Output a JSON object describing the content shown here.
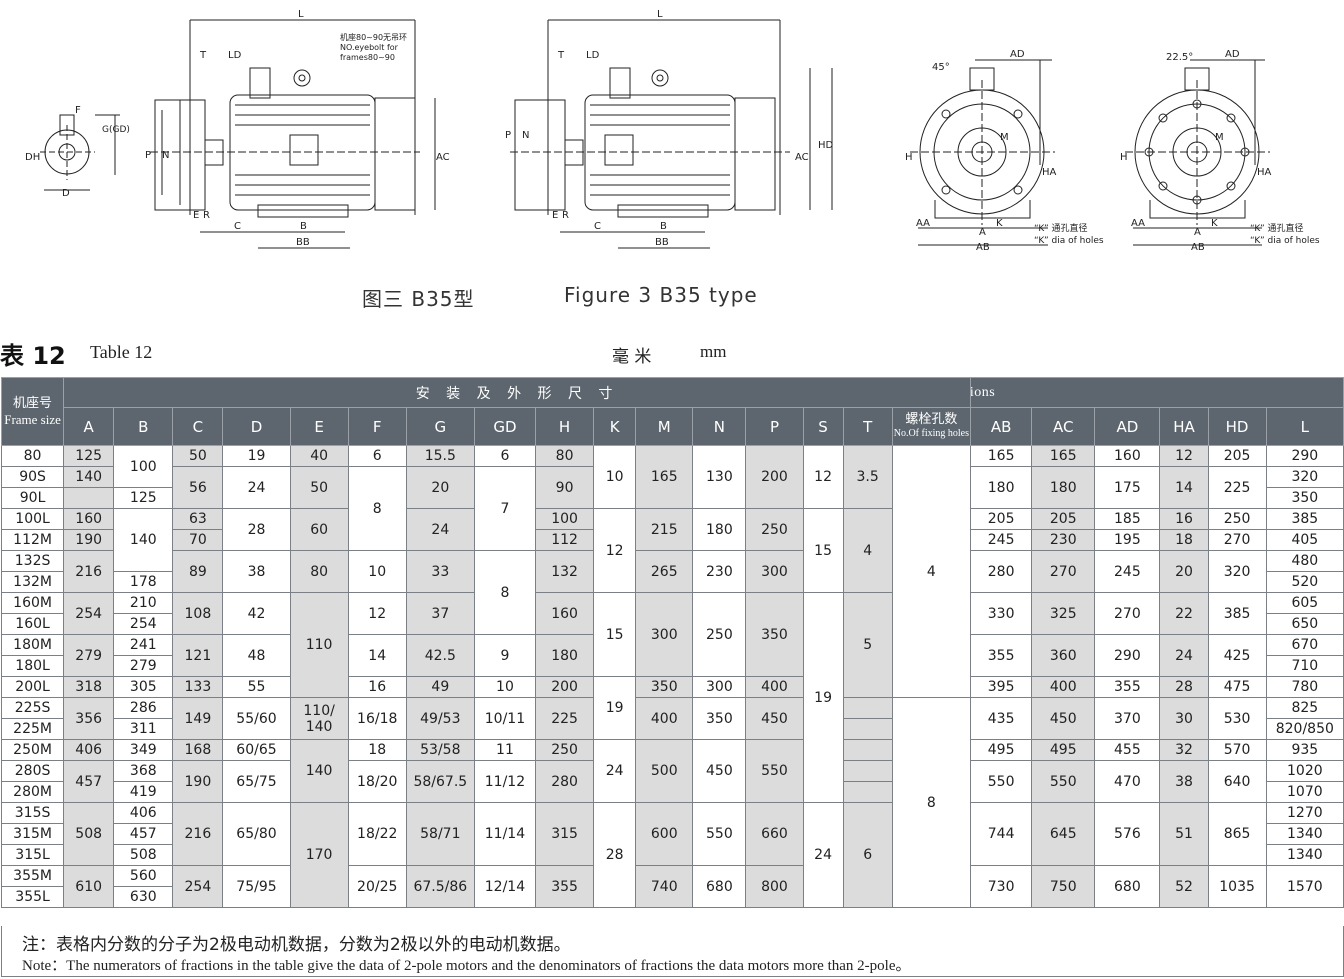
{
  "figure": {
    "dim_labels": {
      "L": "L",
      "T": "T",
      "LD": "LD",
      "P": "P",
      "N": "N",
      "AC": "AC",
      "HD": "HD",
      "C": "C",
      "B": "B",
      "BB": "BB",
      "E": "E",
      "R": "R",
      "F": "F",
      "GD": "G(GD)",
      "DH": "DH",
      "D": "D",
      "AD": "AD",
      "H": "H",
      "AA": "AA",
      "A": "A",
      "AB": "AB",
      "HA": "HA",
      "K": "K",
      "M": "M",
      "angle1": "45°",
      "angle2": "22.5°"
    },
    "eyebolt_note": [
      "机座80~90无吊环",
      "NO.eyebolt for",
      "frames80~90"
    ],
    "holes_note_cn": "“K” 通孔直径",
    "holes_note_en": "“K” dia of holes",
    "caption_cn": "图三    B35型",
    "caption_en": "Figure 3    B35 type"
  },
  "table_title": {
    "cn": "表 12",
    "en": "Table 12"
  },
  "unit": {
    "cn": "毫 米",
    "en": "mm"
  },
  "header": {
    "frame": "机座号",
    "frame_en": "Frame size",
    "group_cn": "安 装 及 外 形 尺 寸",
    "group_en": "Mounting and overall dimensions",
    "s_cn": "螺栓孔数",
    "s_en": "No.Of fixing holes",
    "cols": [
      "A",
      "B",
      "C",
      "D",
      "E",
      "F",
      "G",
      "GD",
      "H",
      "K",
      "M",
      "N",
      "P",
      "S",
      "T",
      "AB",
      "AC",
      "AD",
      "HA",
      "HD",
      "L"
    ]
  },
  "rows": [
    [
      "80",
      "125",
      "100",
      "50",
      "19",
      "40",
      "6",
      "15.5",
      "6",
      "80",
      "10",
      "165",
      "130",
      "200",
      "12",
      "3.5",
      "4",
      "165",
      "165",
      "160",
      "12",
      "205",
      "290"
    ],
    [
      "90S",
      "140",
      "",
      "56",
      "24",
      "50",
      "8",
      "20",
      "7",
      "90",
      "",
      "",
      "",
      "",
      "",
      "",
      "",
      "180",
      "180",
      "175",
      "14",
      "225",
      "320"
    ],
    [
      "90L",
      "",
      "125",
      "",
      "",
      "",
      "",
      "",
      "",
      "",
      "",
      "",
      "",
      "",
      "",
      "",
      "",
      "",
      "",
      "",
      "",
      "",
      "350"
    ],
    [
      "100L",
      "160",
      "140",
      "63",
      "28",
      "60",
      "",
      "24",
      "",
      "100",
      "12",
      "215",
      "180",
      "250",
      "15",
      "4",
      "",
      "205",
      "205",
      "185",
      "16",
      "250",
      "385"
    ],
    [
      "112M",
      "190",
      "",
      "70",
      "",
      "",
      "",
      "",
      "",
      "112",
      "",
      "",
      "",
      "",
      "",
      "",
      "",
      "245",
      "230",
      "195",
      "18",
      "270",
      "405"
    ],
    [
      "132S",
      "216",
      "",
      "89",
      "38",
      "80",
      "10",
      "33",
      "8",
      "132",
      "",
      "265",
      "230",
      "300",
      "",
      "",
      "",
      "280",
      "270",
      "245",
      "20",
      "320",
      "480"
    ],
    [
      "132M",
      "",
      "178",
      "",
      "",
      "",
      "",
      "",
      "",
      "",
      "",
      "",
      "",
      "",
      "",
      "",
      "",
      "",
      "",
      "",
      "",
      "",
      "520"
    ],
    [
      "160M",
      "254",
      "210",
      "108",
      "42",
      "110",
      "12",
      "37",
      "",
      "160",
      "15",
      "300",
      "250",
      "350",
      "19",
      "5",
      "",
      "330",
      "325",
      "270",
      "22",
      "385",
      "605"
    ],
    [
      "160L",
      "",
      "254",
      "",
      "",
      "",
      "",
      "",
      "",
      "",
      "",
      "",
      "",
      "",
      "",
      "",
      "",
      "",
      "",
      "",
      "",
      "",
      "650"
    ],
    [
      "180M",
      "279",
      "241",
      "121",
      "48",
      "",
      "14",
      "42.5",
      "9",
      "180",
      "",
      "",
      "",
      "",
      "",
      "",
      "",
      "355",
      "360",
      "290",
      "24",
      "425",
      "670"
    ],
    [
      "180L",
      "",
      "279",
      "",
      "",
      "",
      "",
      "",
      "",
      "",
      "",
      "",
      "",
      "",
      "",
      "",
      "",
      "",
      "",
      "",
      "",
      "",
      "710"
    ],
    [
      "200L",
      "318",
      "305",
      "133",
      "55",
      "",
      "16",
      "49",
      "10",
      "200",
      "19",
      "350",
      "300",
      "400",
      "",
      "",
      "",
      "395",
      "400",
      "355",
      "28",
      "475",
      "780"
    ],
    [
      "225S",
      "356",
      "286",
      "149",
      "55/60",
      "110/ 140",
      "16/18",
      "49/53",
      "10/11",
      "225",
      "",
      "400",
      "350",
      "450",
      "",
      "",
      "8",
      "435",
      "450",
      "370",
      "30",
      "530",
      "825"
    ],
    [
      "225M",
      "",
      "311",
      "",
      "",
      "",
      "",
      "",
      "",
      "",
      "",
      "",
      "",
      "",
      "",
      "",
      "",
      "",
      "",
      "",
      "",
      "",
      "820/850"
    ],
    [
      "250M",
      "406",
      "349",
      "168",
      "60/65",
      "140",
      "18",
      "53/58",
      "11",
      "250",
      "24",
      "500",
      "450",
      "550",
      "",
      "",
      "",
      "495",
      "495",
      "455",
      "32",
      "570",
      "935"
    ],
    [
      "280S",
      "457",
      "368",
      "190",
      "65/75",
      "",
      "18/20",
      "58/67.5",
      "11/12",
      "280",
      "",
      "",
      "",
      "",
      "",
      "",
      "",
      "550",
      "550",
      "470",
      "38",
      "640",
      "1020"
    ],
    [
      "280M",
      "",
      "419",
      "",
      "",
      "",
      "",
      "",
      "",
      "",
      "",
      "",
      "",
      "",
      "",
      "",
      "",
      "",
      "",
      "",
      "",
      "",
      "1070"
    ],
    [
      "315S",
      "508",
      "406",
      "216",
      "65/80",
      "170",
      "18/22",
      "58/71",
      "11/14",
      "315",
      "28",
      "600",
      "550",
      "660",
      "24",
      "6",
      "",
      "744",
      "645",
      "576",
      "51",
      "865",
      "1270"
    ],
    [
      "315M",
      "",
      "457",
      "",
      "",
      "",
      "",
      "",
      "",
      "",
      "",
      "",
      "",
      "",
      "",
      "",
      "",
      "",
      "",
      "",
      "",
      "",
      "1340"
    ],
    [
      "315L",
      "",
      "508",
      "",
      "",
      "",
      "",
      "",
      "",
      "",
      "",
      "",
      "",
      "",
      "",
      "",
      "",
      "",
      "",
      "",
      "",
      "",
      "1340"
    ],
    [
      "355M",
      "610",
      "560",
      "254",
      "75/95",
      "",
      "20/25",
      "67.5/86",
      "12/14",
      "355",
      "",
      "740",
      "680",
      "800",
      "",
      "",
      "",
      "730",
      "750",
      "680",
      "52",
      "1035",
      "1570"
    ],
    [
      "355L",
      "",
      "630",
      "",
      "",
      "",
      "",
      "",
      "",
      "",
      "",
      "",
      "",
      "",
      "",
      "",
      "",
      "",
      "",
      "",
      "",
      "",
      ""
    ]
  ],
  "note_cn": "注：表格内分数的分子为2极电动机数据，分数为2极以外的电动机数据。",
  "note_en": "Note：The numerators of fractions in the table give the data of 2-pole motors and the denominators of fractions the data motors more than 2-pole。"
}
